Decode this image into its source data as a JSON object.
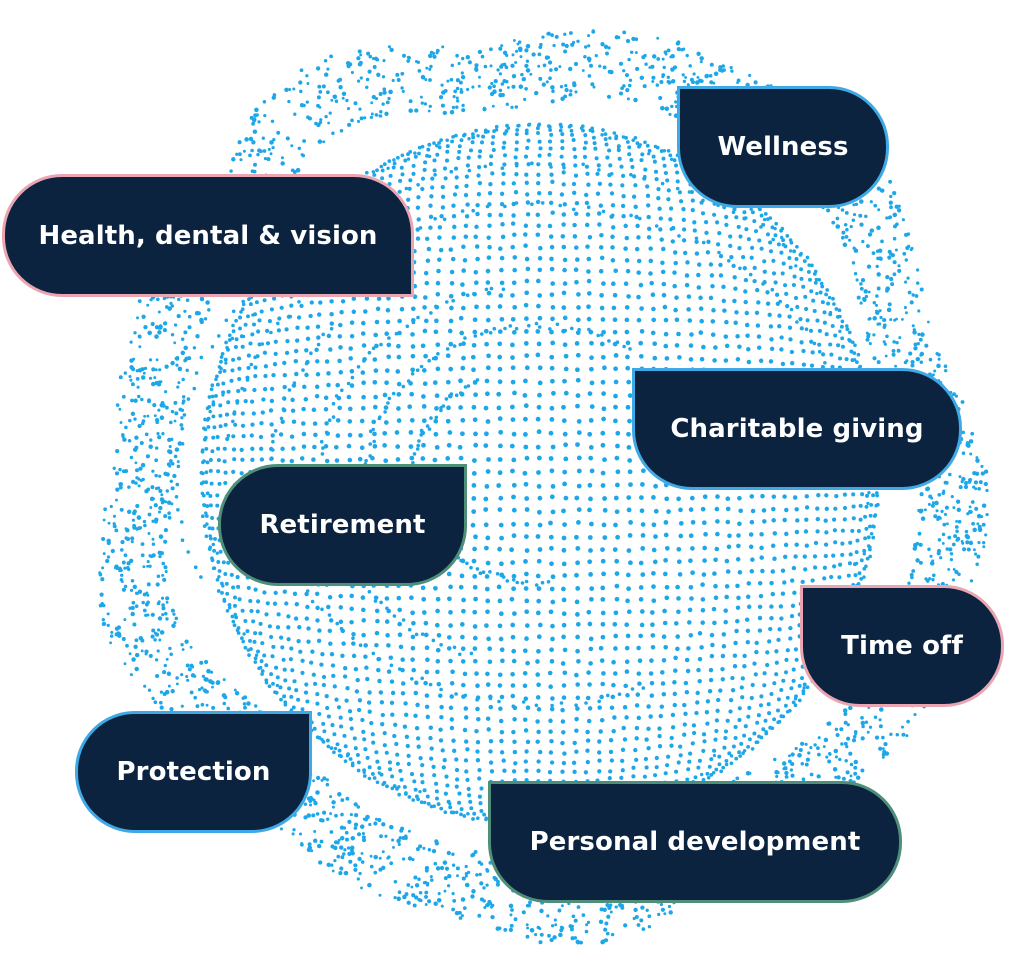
{
  "colors": {
    "dots": "#1ea7e8",
    "tag_fill": "#0c2340",
    "tag_text": "#ffffff",
    "border_pink": "#e9a6b2",
    "border_blue": "#3fa9e6",
    "border_green": "#4f8f7a"
  },
  "tags": {
    "health": "Health, dental & vision",
    "wellness": "Wellness",
    "charitable": "Charitable giving",
    "retirement": "Retirement",
    "time_off": "Time off",
    "protection": "Protection",
    "personal_development": "Personal development"
  }
}
